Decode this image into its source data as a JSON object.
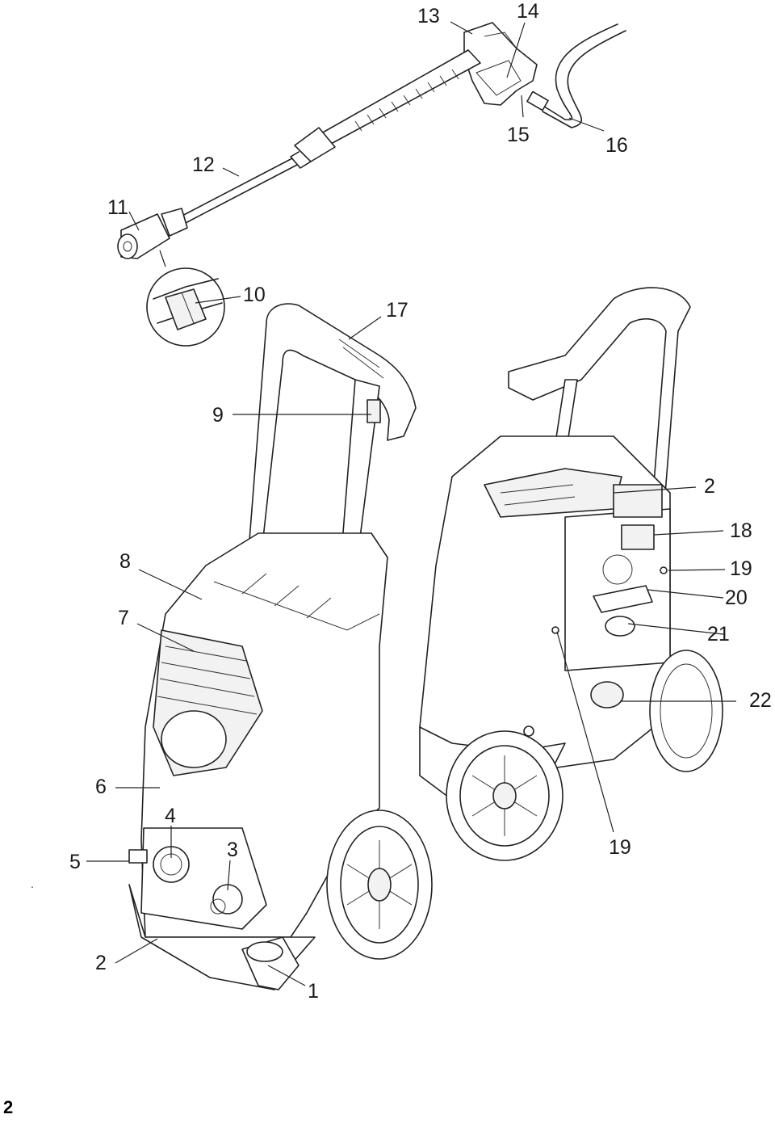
{
  "figure": {
    "page_number": "2",
    "stray_mark": ".",
    "callouts": [
      {
        "id": "c1",
        "text": "1"
      },
      {
        "id": "c2a",
        "text": "2"
      },
      {
        "id": "c2b",
        "text": "2"
      },
      {
        "id": "c3",
        "text": "3"
      },
      {
        "id": "c4",
        "text": "4"
      },
      {
        "id": "c5",
        "text": "5"
      },
      {
        "id": "c6",
        "text": "6"
      },
      {
        "id": "c7",
        "text": "7"
      },
      {
        "id": "c8",
        "text": "8"
      },
      {
        "id": "c9",
        "text": "9"
      },
      {
        "id": "c10",
        "text": "10"
      },
      {
        "id": "c11",
        "text": "11"
      },
      {
        "id": "c12",
        "text": "12"
      },
      {
        "id": "c13",
        "text": "13"
      },
      {
        "id": "c14",
        "text": "14"
      },
      {
        "id": "c15",
        "text": "15"
      },
      {
        "id": "c16",
        "text": "16"
      },
      {
        "id": "c17",
        "text": "17"
      },
      {
        "id": "c18",
        "text": "18"
      },
      {
        "id": "c19a",
        "text": "19"
      },
      {
        "id": "c19b",
        "text": "19"
      },
      {
        "id": "c20",
        "text": "20"
      },
      {
        "id": "c21",
        "text": "21"
      },
      {
        "id": "c22",
        "text": "22"
      }
    ]
  }
}
